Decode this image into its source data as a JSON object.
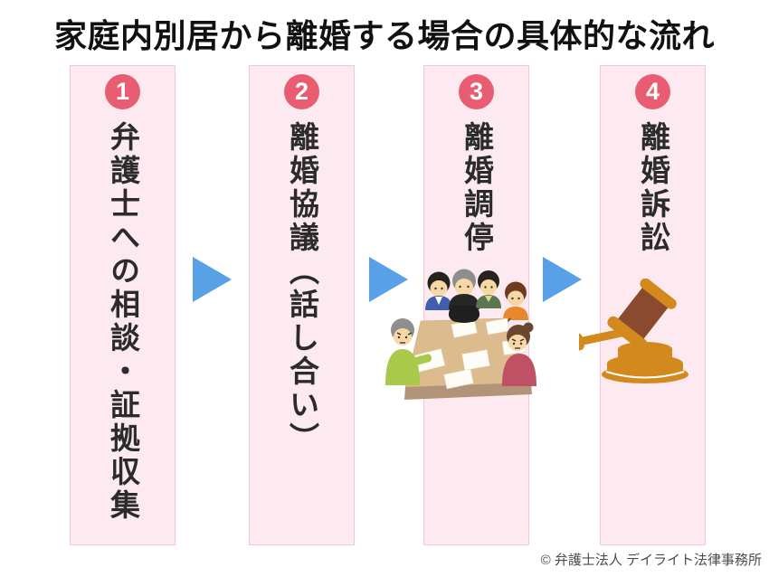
{
  "title": "家庭内別居から離婚する場合の具体的な流れ",
  "steps": [
    {
      "number": "1",
      "label": "弁護士への相談・証拠収集"
    },
    {
      "number": "2",
      "label": "離婚協議（話し合い）"
    },
    {
      "number": "3",
      "label": "離婚調停",
      "illustration": "mediation-table-people"
    },
    {
      "number": "4",
      "label": "離婚訴訟",
      "illustration": "court-gavel"
    }
  ],
  "icons": {
    "arrow": "blue-right-triangle-arrow",
    "step3_illustration": "six-people-around-mediation-table",
    "step4_illustration": "wooden-court-gavel-on-sound-block"
  },
  "colors": {
    "column_bg": "#fdeaf1",
    "column_border": "#f0c9d8",
    "badge": "#e85d72",
    "arrow": "#59a1e7",
    "title_text": "#111111",
    "label_text": "#2b2b2b",
    "copyright_text": "#4d4d4d"
  },
  "footer": {
    "copyright": "© 弁護士法人 デイライト法律事務所"
  }
}
